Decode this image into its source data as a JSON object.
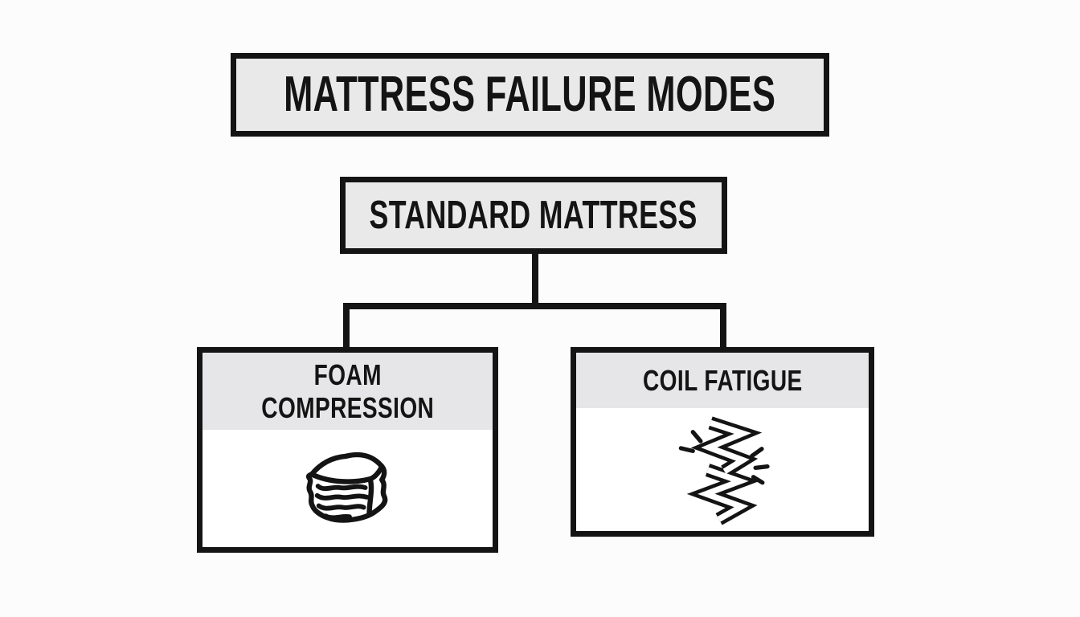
{
  "diagram": {
    "title_box": {
      "label": "MATTRESS FAILURE MODES"
    },
    "root_box": {
      "label": "STANDARD MATTRESS"
    },
    "leaves": [
      {
        "label": "FOAM\nCOMPRESSION",
        "icon": "foam-compression-icon"
      },
      {
        "label": "COIL FATIGUE",
        "icon": "coil-fatigue-icon"
      }
    ],
    "colors": {
      "background": "#fcfcfc",
      "box_fill": "#e9e9e9",
      "header_fill": "#e6e6e8",
      "line_color": "#141414",
      "text_color": "#141414"
    }
  }
}
